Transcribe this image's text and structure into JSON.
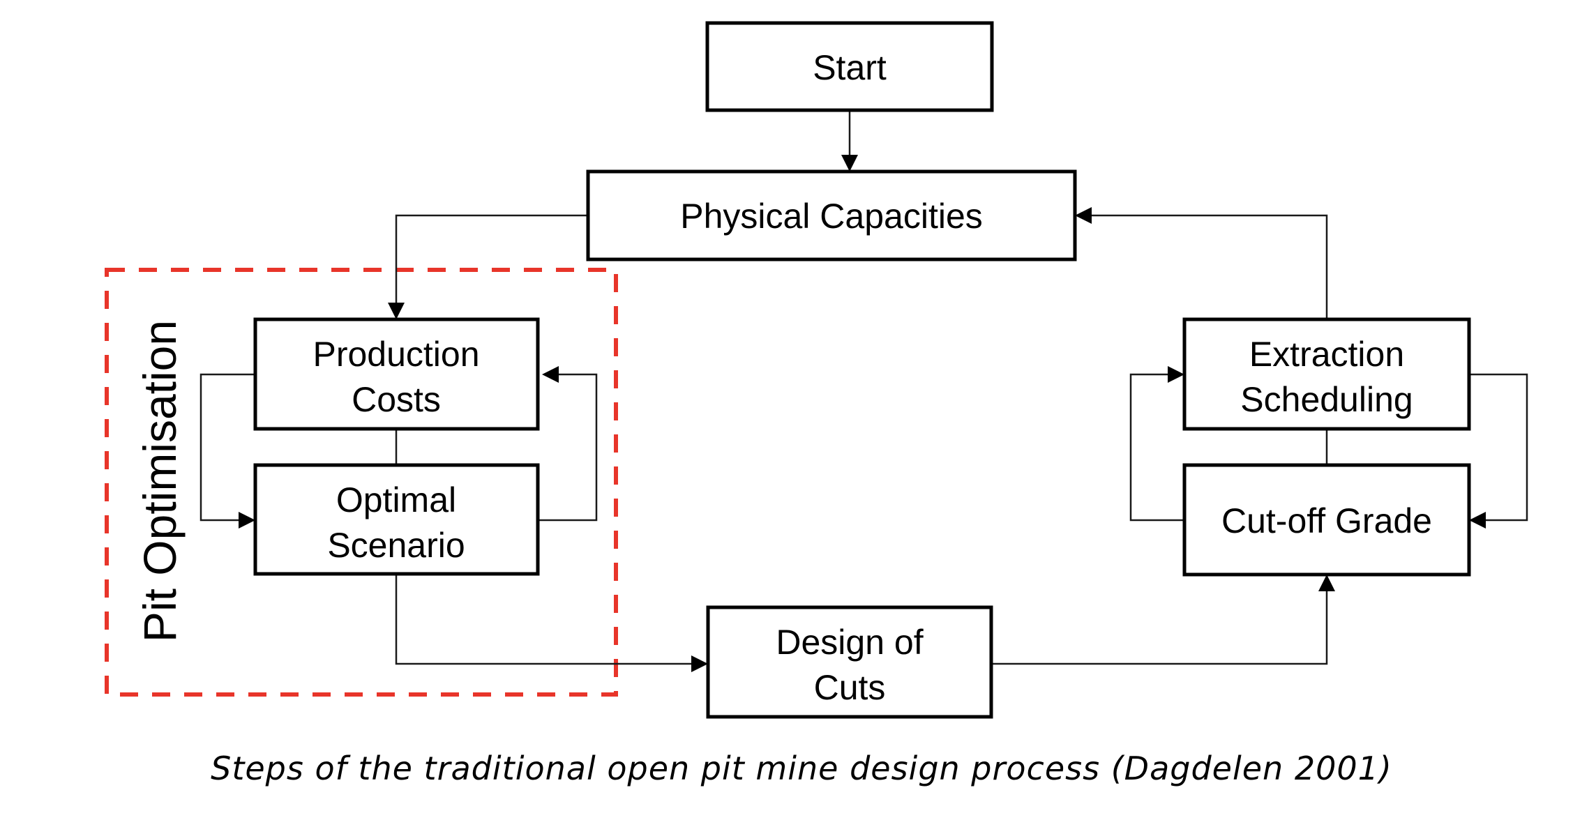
{
  "diagram": {
    "title": "Steps of the traditional open pit mine design process (Dagdelen 2001)",
    "nodes": {
      "start": {
        "lines": [
          "Start"
        ]
      },
      "physical_capacities": {
        "lines": [
          "Physical Capacities"
        ]
      },
      "production_costs": {
        "lines": [
          "Production",
          "Costs"
        ]
      },
      "optimal_scenario": {
        "lines": [
          "Optimal",
          "Scenario"
        ]
      },
      "design_of_cuts": {
        "lines": [
          "Design of",
          "Cuts"
        ]
      },
      "extraction_scheduling": {
        "lines": [
          "Extraction",
          "Scheduling"
        ]
      },
      "cutoff_grade": {
        "lines": [
          "Cut-off Grade"
        ]
      }
    },
    "group": {
      "label": "Pit Optimisation",
      "color": "#e8352a",
      "members": [
        "production_costs",
        "optimal_scenario"
      ]
    },
    "edges": [
      {
        "from": "start",
        "to": "physical_capacities"
      },
      {
        "from": "physical_capacities",
        "to": "production_costs"
      },
      {
        "from": "production_costs",
        "to": "optimal_scenario",
        "via": "left-loop"
      },
      {
        "from": "optimal_scenario",
        "to": "production_costs",
        "via": "right-loop"
      },
      {
        "from": "optimal_scenario",
        "to": "design_of_cuts"
      },
      {
        "from": "design_of_cuts",
        "to": "cutoff_grade"
      },
      {
        "from": "cutoff_grade",
        "to": "extraction_scheduling",
        "via": "left-loop"
      },
      {
        "from": "extraction_scheduling",
        "to": "cutoff_grade",
        "via": "right-loop"
      },
      {
        "from": "extraction_scheduling",
        "to": "physical_capacities"
      }
    ]
  }
}
